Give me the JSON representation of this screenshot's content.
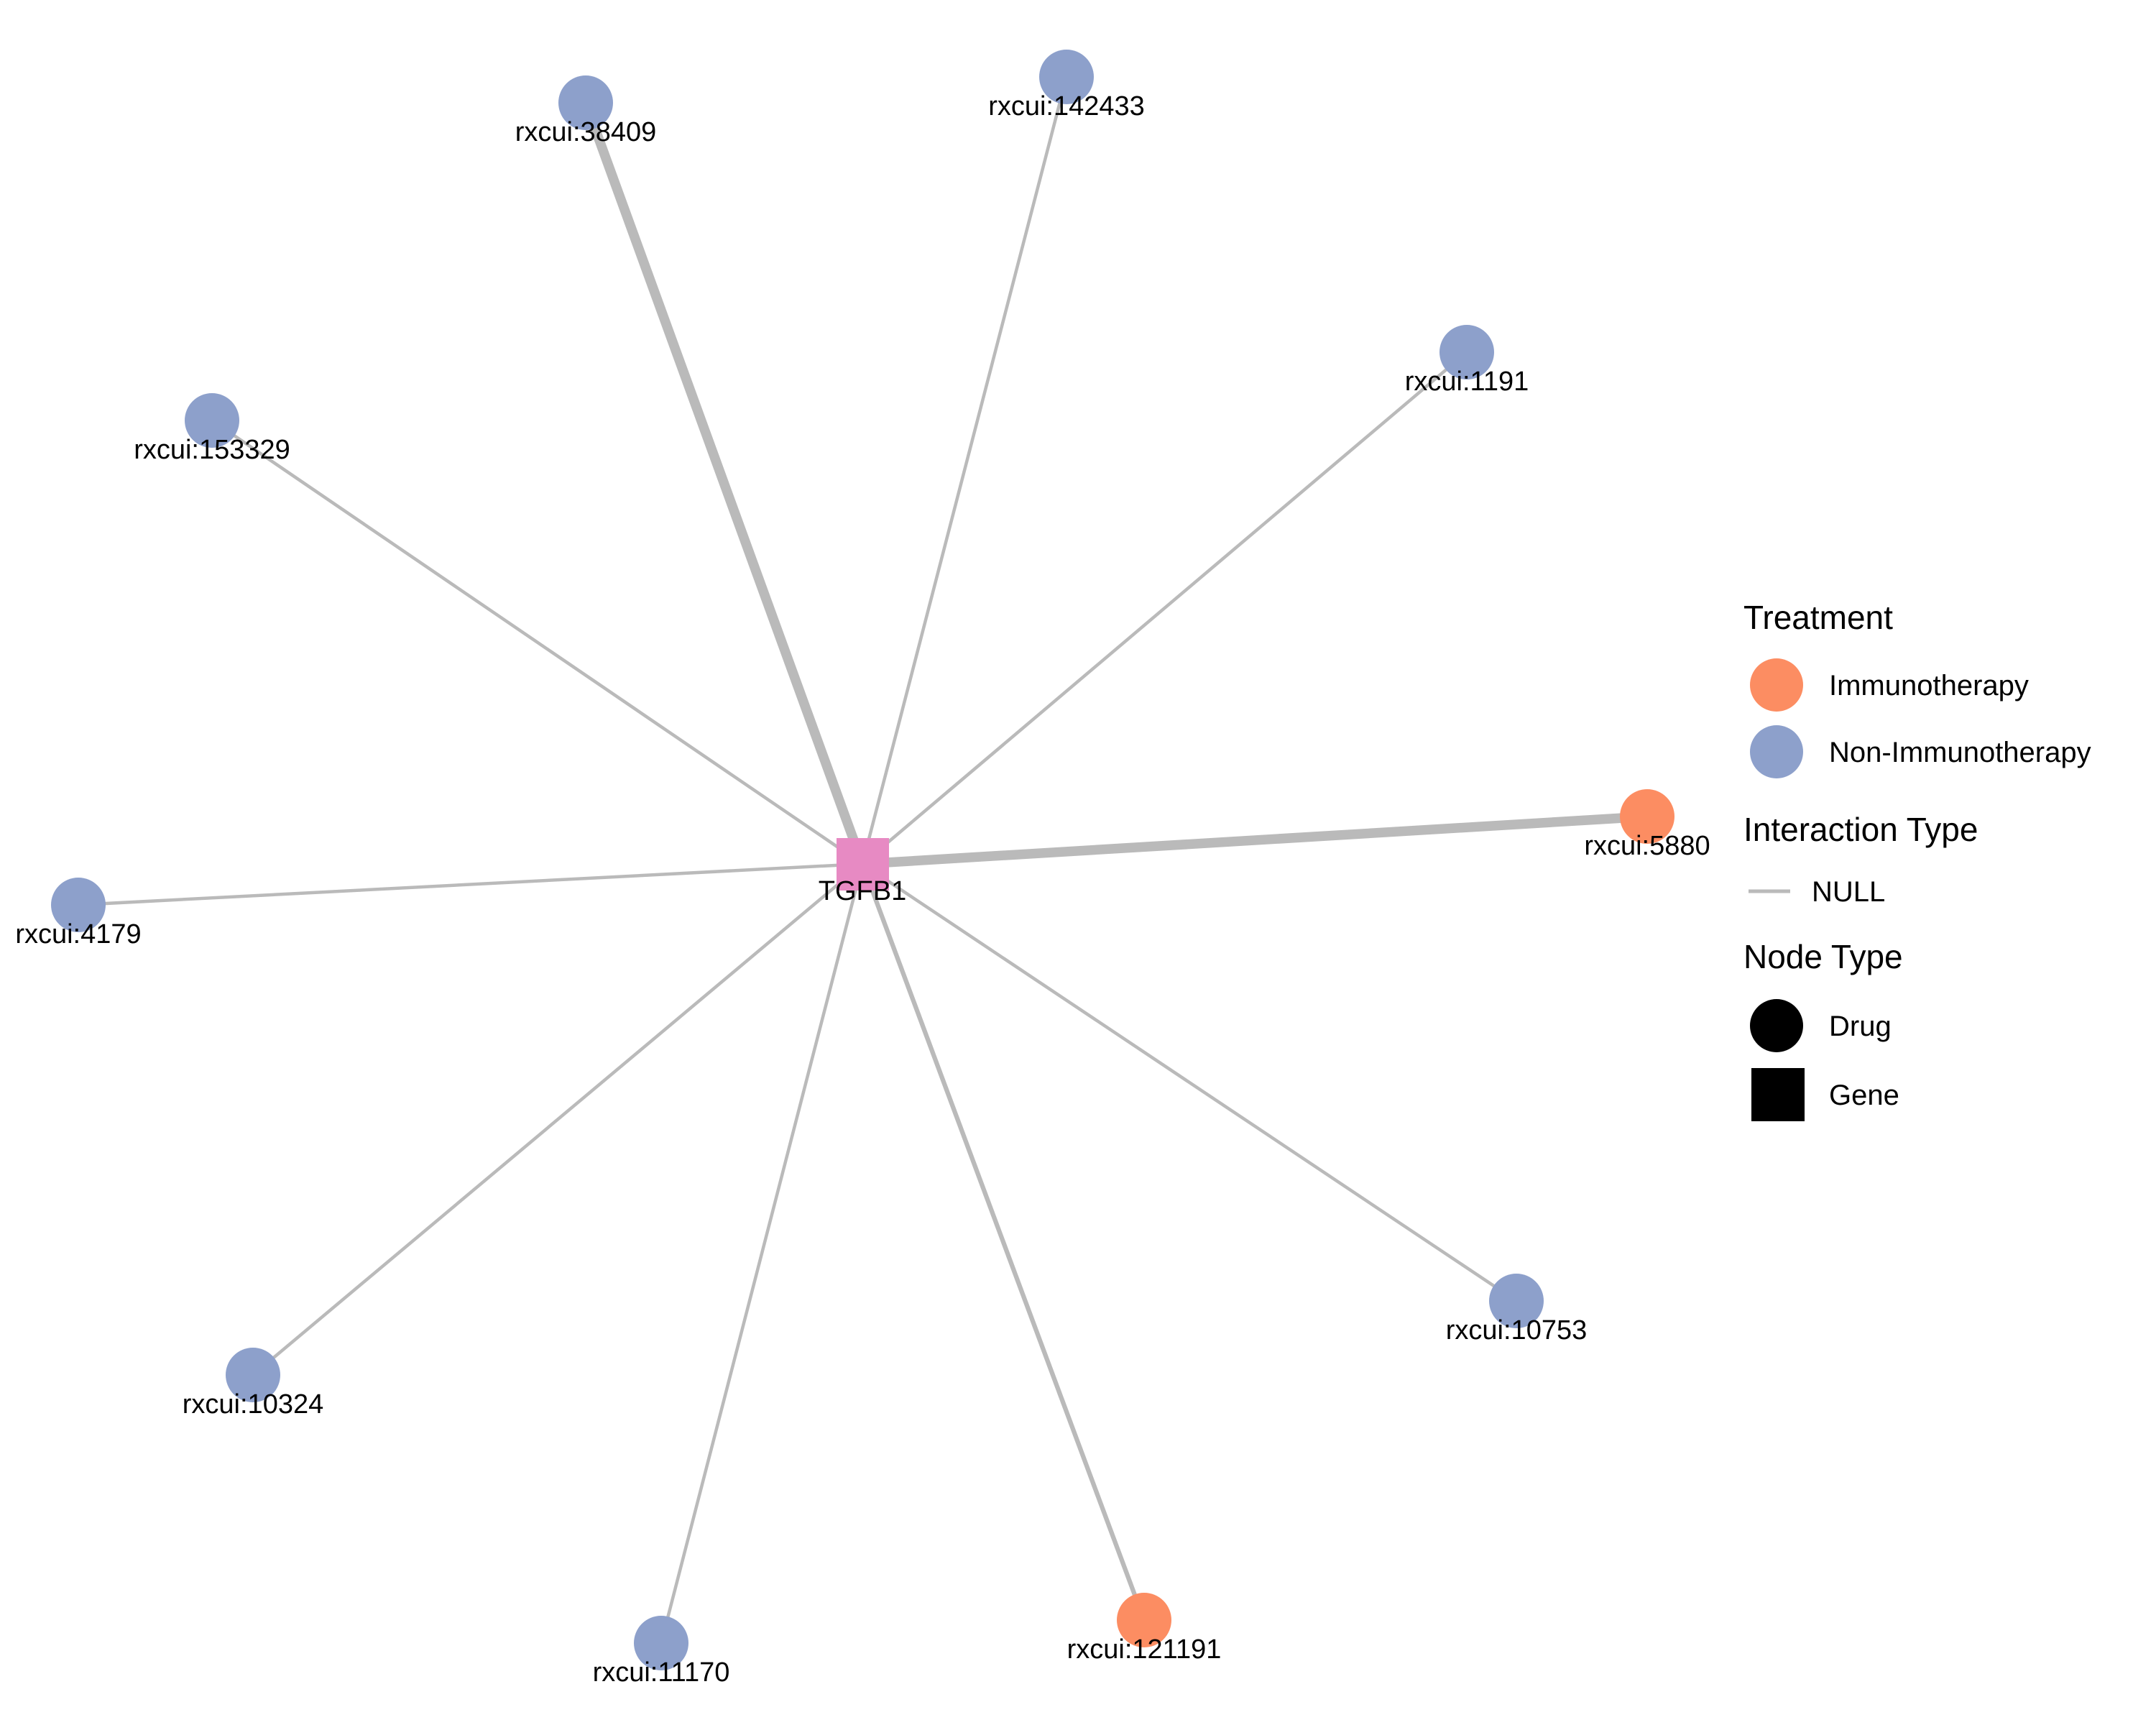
{
  "colors": {
    "immunotherapy": "#FC8D62",
    "non_immunotherapy": "#8DA0CB",
    "gene": "#E78AC3",
    "edge": "#BABABA"
  },
  "gene": {
    "label": "TGFB1",
    "type": "Gene"
  },
  "drugs": [
    {
      "label": "rxcui:38409",
      "treatment": "Non-Immunotherapy",
      "weight": 3
    },
    {
      "label": "rxcui:142433",
      "treatment": "Non-Immunotherapy",
      "weight": 1
    },
    {
      "label": "rxcui:1191",
      "treatment": "Non-Immunotherapy",
      "weight": 1
    },
    {
      "label": "rxcui:153329",
      "treatment": "Non-Immunotherapy",
      "weight": 1
    },
    {
      "label": "rxcui:5880",
      "treatment": "Immunotherapy",
      "weight": 3
    },
    {
      "label": "rxcui:4179",
      "treatment": "Non-Immunotherapy",
      "weight": 1
    },
    {
      "label": "rxcui:10753",
      "treatment": "Non-Immunotherapy",
      "weight": 1
    },
    {
      "label": "rxcui:10324",
      "treatment": "Non-Immunotherapy",
      "weight": 1
    },
    {
      "label": "rxcui:11170",
      "treatment": "Non-Immunotherapy",
      "weight": 1
    },
    {
      "label": "rxcui:121191",
      "treatment": "Immunotherapy",
      "weight": 1.4
    }
  ],
  "legend": {
    "treatment_title": "Treatment",
    "treatment_items": [
      "Immunotherapy",
      "Non-Immunotherapy"
    ],
    "interaction_title": "Interaction Type",
    "interaction_items": [
      "NULL"
    ],
    "node_type_title": "Node Type",
    "node_type_items": [
      "Drug",
      "Gene"
    ]
  }
}
